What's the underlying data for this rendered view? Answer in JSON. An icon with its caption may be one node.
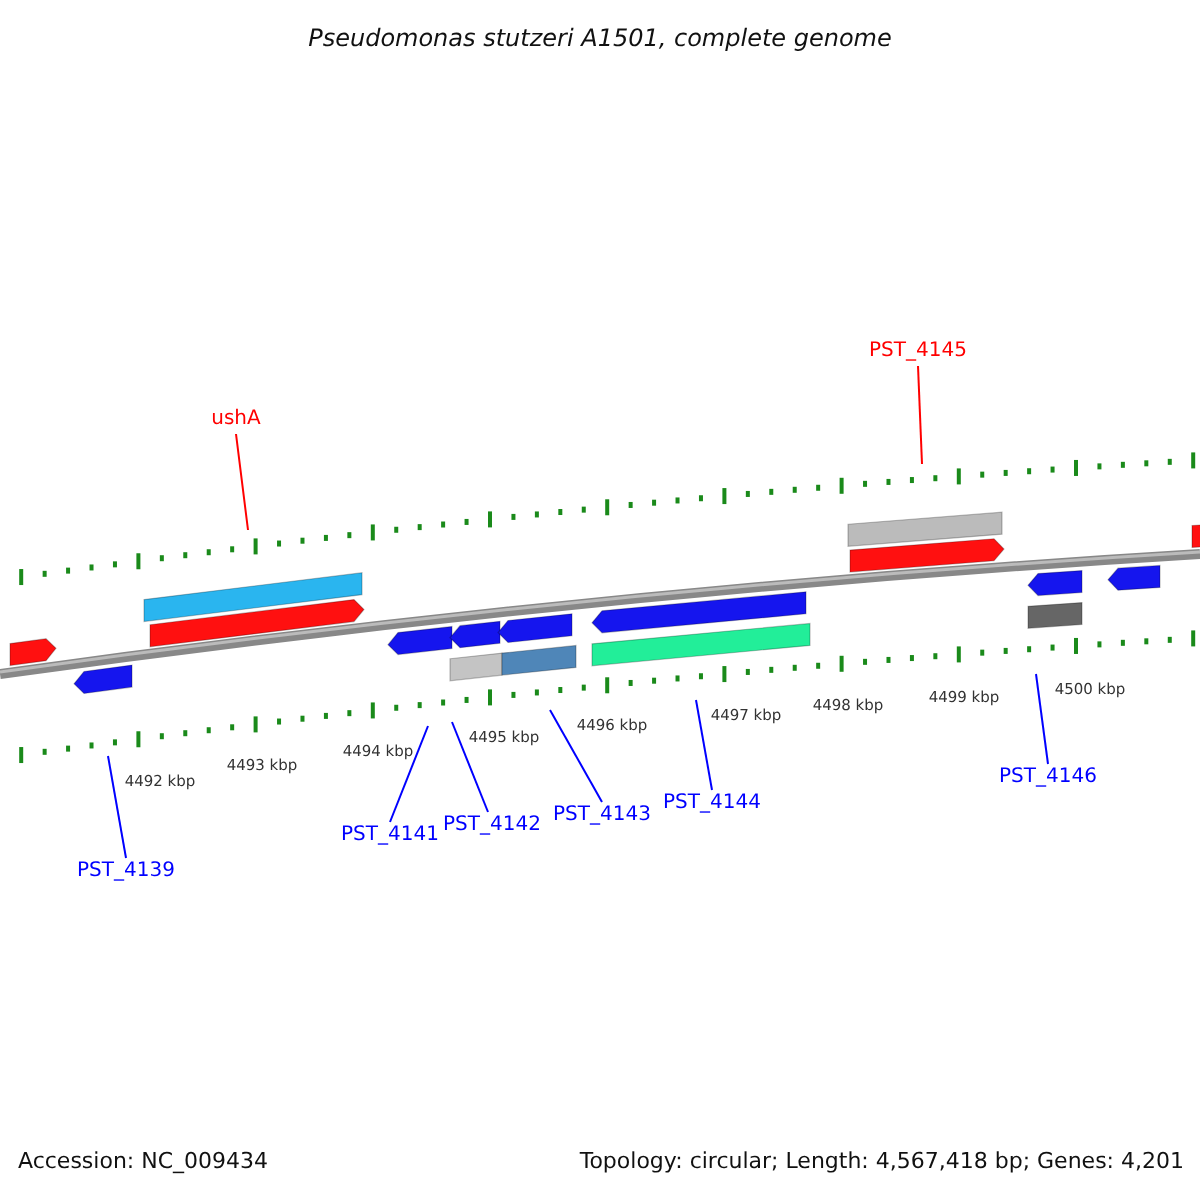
{
  "diagram": {
    "title": "Pseudomonas stutzeri A1501, complete genome",
    "nodes": [
      {
        "text": [
          "ushA"
        ]
      },
      {
        "text": [
          "PST_4145"
        ]
      },
      {
        "text": [
          "PST_4139"
        ]
      },
      {
        "text": [
          "PST_4141"
        ]
      },
      {
        "text": [
          "PST_4142"
        ]
      },
      {
        "text": [
          "PST_4143"
        ]
      },
      {
        "text": [
          "PST_4144"
        ]
      },
      {
        "text": [
          "PST_4146"
        ]
      }
    ],
    "edges": [
      {
        "from": 0,
        "to": null,
        "arrow": "none",
        "color": "#ff0000"
      },
      {
        "from": 1,
        "to": null,
        "arrow": "none",
        "color": "#ff0000"
      },
      {
        "from": 2,
        "to": null,
        "arrow": "none"
      },
      {
        "from": 3,
        "to": null,
        "arrow": "none"
      },
      {
        "from": 4,
        "to": null,
        "arrow": "none"
      },
      {
        "from": 5,
        "to": null,
        "arrow": "none"
      },
      {
        "from": 6,
        "to": null,
        "arrow": "none"
      },
      {
        "from": 7,
        "to": null,
        "arrow": "none"
      }
    ],
    "labels": [
      "4492 kbp",
      "4493 kbp",
      "4494 kbp",
      "4495 kbp",
      "4496 kbp",
      "4497 kbp",
      "4498 kbp",
      "4499 kbp",
      "4500 kbp",
      "Accession: NC_009434",
      "Topology: circular; Length: 4,567,418 bp; Genes: 4,201"
    ]
  }
}
